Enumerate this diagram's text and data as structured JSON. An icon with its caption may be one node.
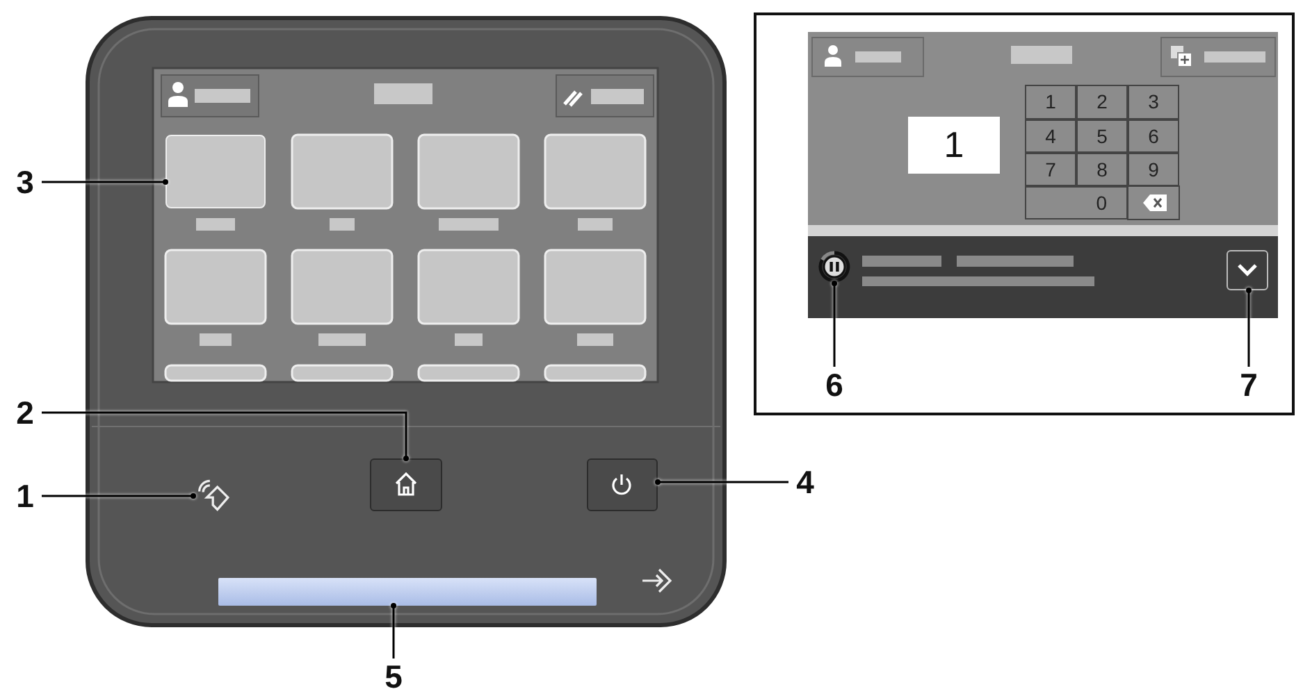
{
  "diagram": {
    "nodes": [
      {
        "text": [
          "1"
        ]
      },
      {
        "text": [
          "2"
        ]
      },
      {
        "text": [
          "3"
        ]
      },
      {
        "text": [
          "4"
        ]
      },
      {
        "text": [
          "5"
        ]
      },
      {
        "text": [
          "6"
        ]
      },
      {
        "text": [
          "7"
        ]
      },
      {
        "text": [],
        "shape": "icon"
      },
      {
        "text": [],
        "shape": "box"
      },
      {
        "text": [],
        "shape": "box"
      },
      {
        "text": [],
        "shape": "box"
      },
      {
        "text": [],
        "shape": "bar"
      },
      {
        "text": [],
        "shape": "circle"
      },
      {
        "text": [],
        "shape": "box"
      },
      {
        "text": [
          "1"
        ]
      }
    ],
    "edges": [
      {
        "from": 0,
        "to": 7,
        "arrow": "other"
      },
      {
        "from": 1,
        "to": 8,
        "arrow": "other"
      },
      {
        "from": 2,
        "to": 9,
        "arrow": "other"
      },
      {
        "from": 3,
        "to": 10,
        "arrow": "other"
      },
      {
        "from": 4,
        "to": 11,
        "arrow": "other"
      },
      {
        "from": 5,
        "to": 12,
        "arrow": "other"
      },
      {
        "from": 6,
        "to": 13,
        "arrow": "other"
      }
    ],
    "labels": [
      "1",
      "2",
      "3",
      "4",
      "5",
      "6",
      "7",
      "8",
      "9",
      "0"
    ]
  }
}
